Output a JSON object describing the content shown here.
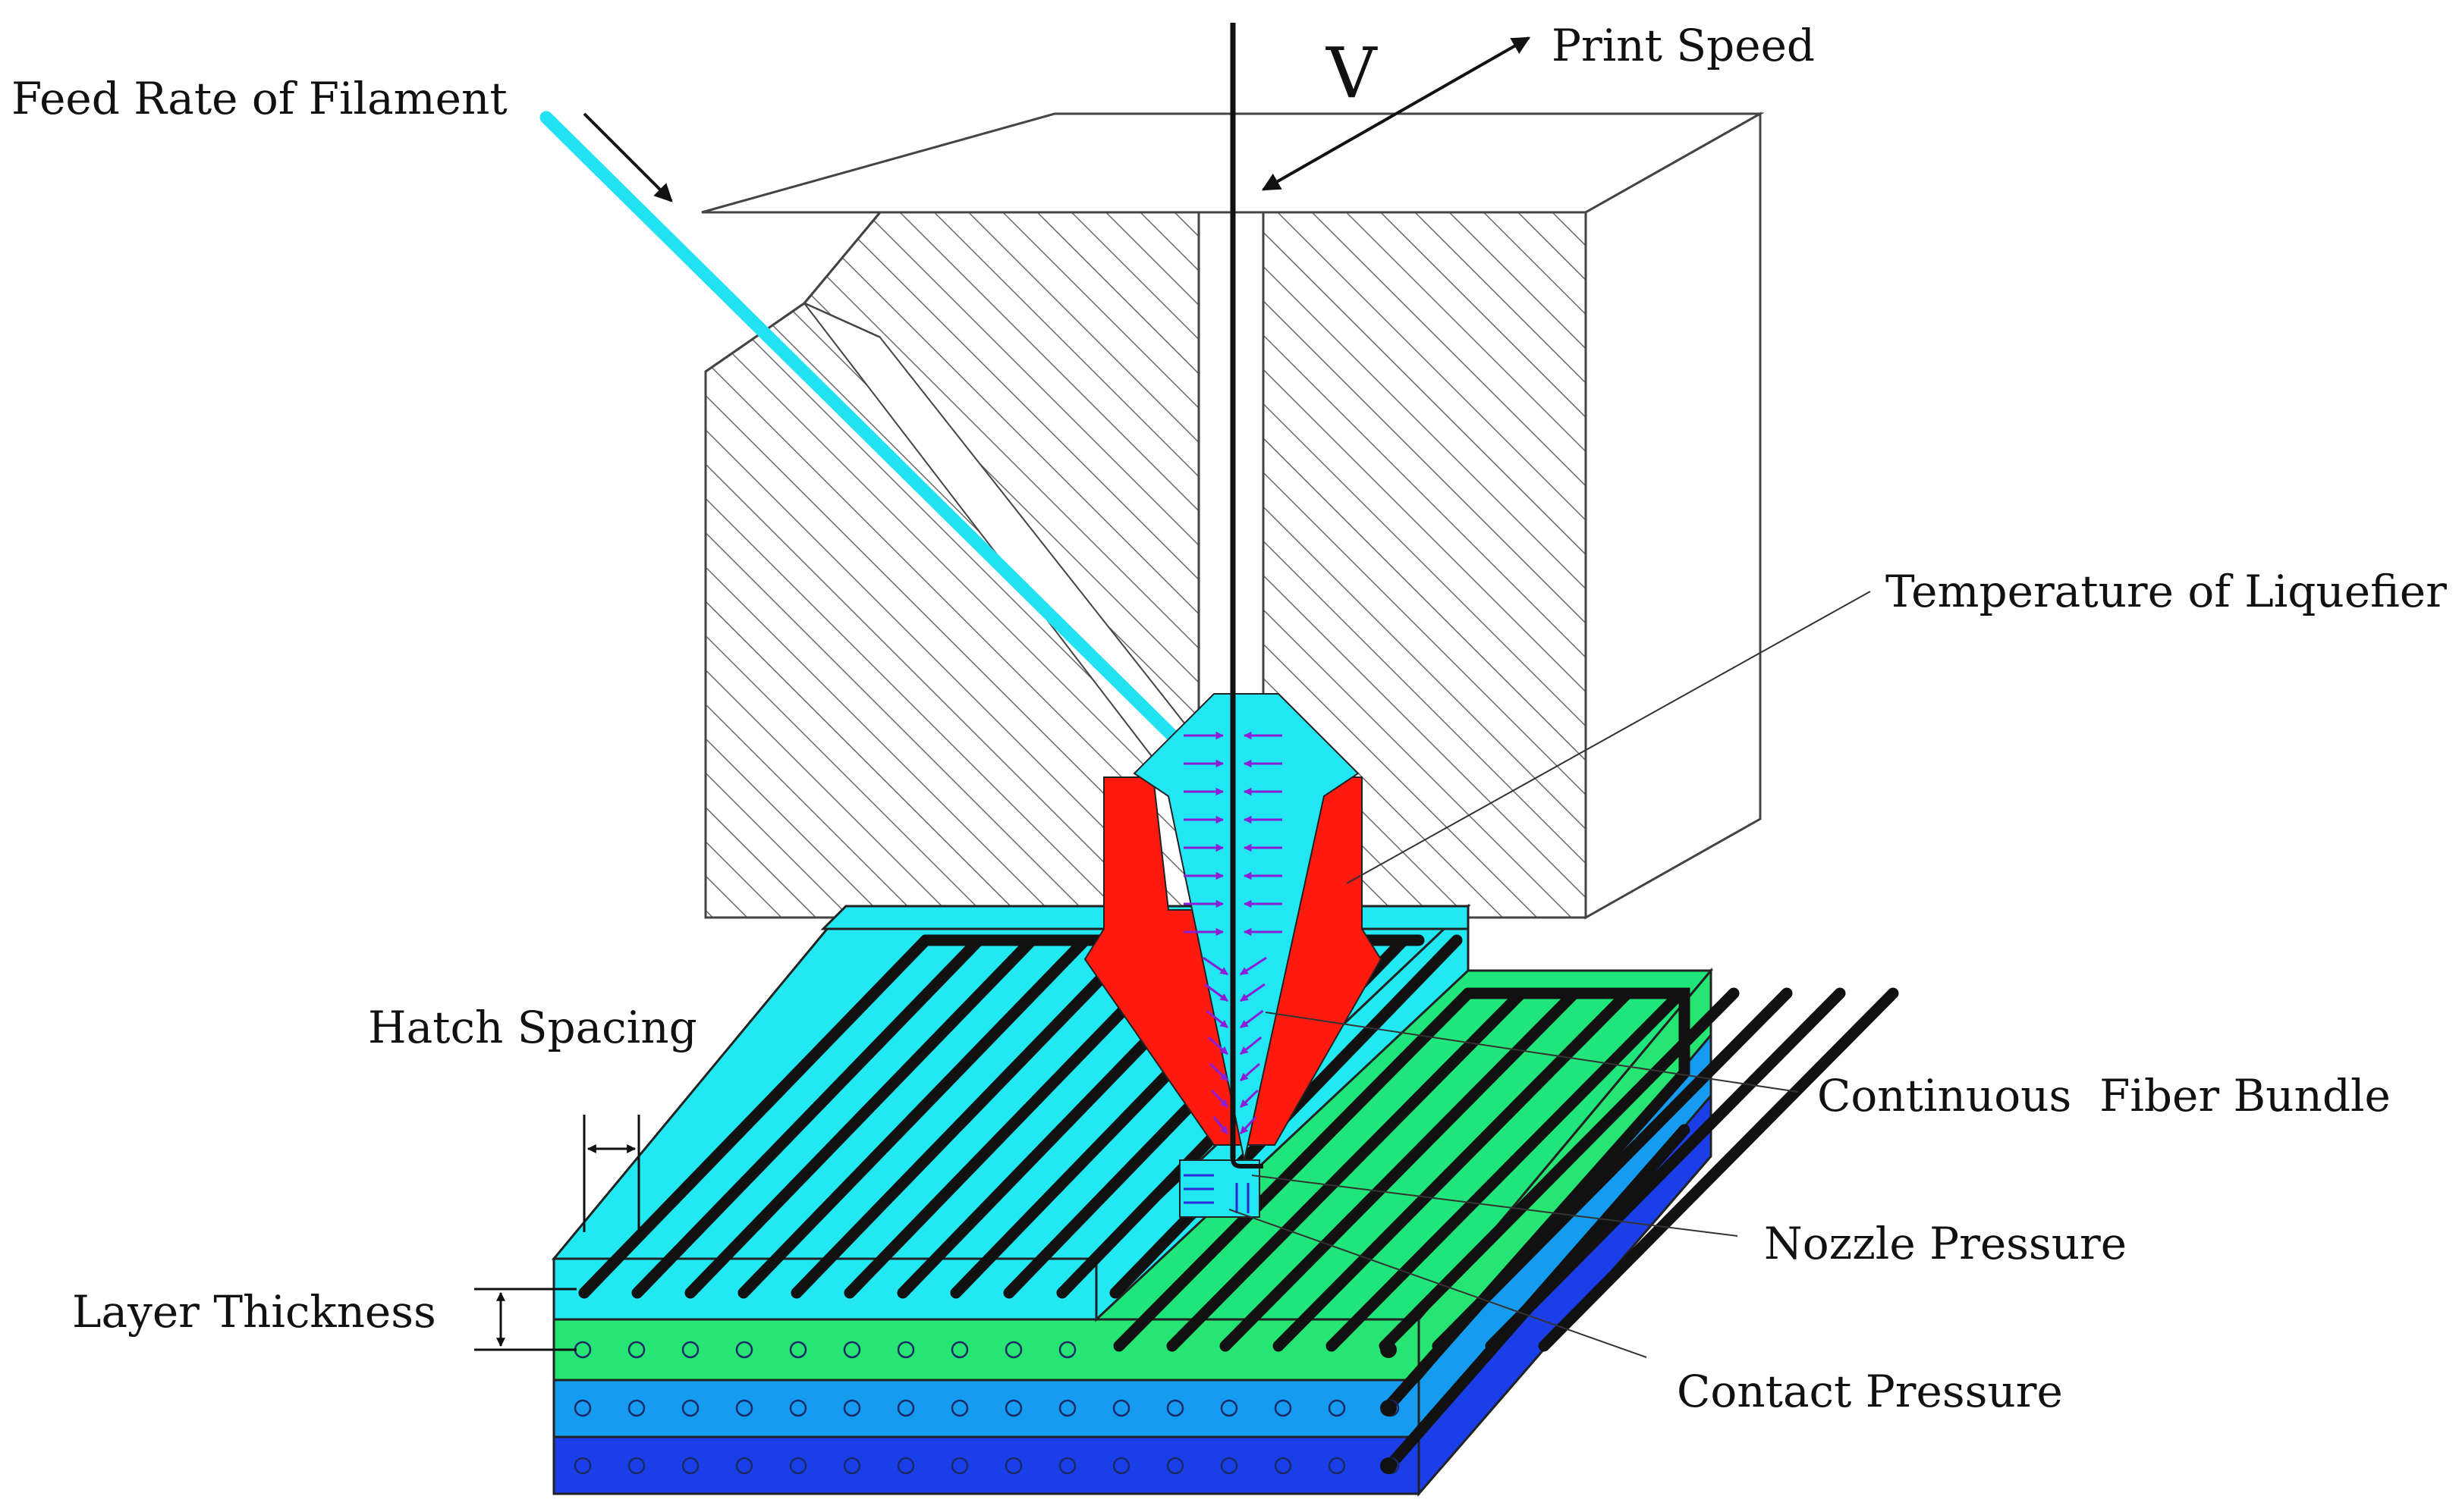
{
  "labels": {
    "feed_rate": "Feed Rate of Filament",
    "velocity_symbol": "V",
    "print_speed": "Print Speed",
    "temperature": "Temperature of Liquefier",
    "hatch_spacing": "Hatch Spacing",
    "fiber_bundle": "Continuous  Fiber Bundle",
    "nozzle_pressure": "Nozzle Pressure",
    "layer_thickness": "Layer Thickness",
    "contact_pressure": "Contact Pressure"
  },
  "colors": {
    "filament": "#22e1f2",
    "nozzle": "#ff1a10",
    "melt": "#22e6f2",
    "flow_arrows": "#8a1fd6",
    "fiber": "#111111",
    "top_layer_cyan": "#22e8f2",
    "top_layer_green": "#1fe57a",
    "layer_green": "#27e573",
    "layer_mid_blue": "#159cf0",
    "layer_dark_blue": "#1a3fe8",
    "hatch_block": "#ffffff"
  }
}
